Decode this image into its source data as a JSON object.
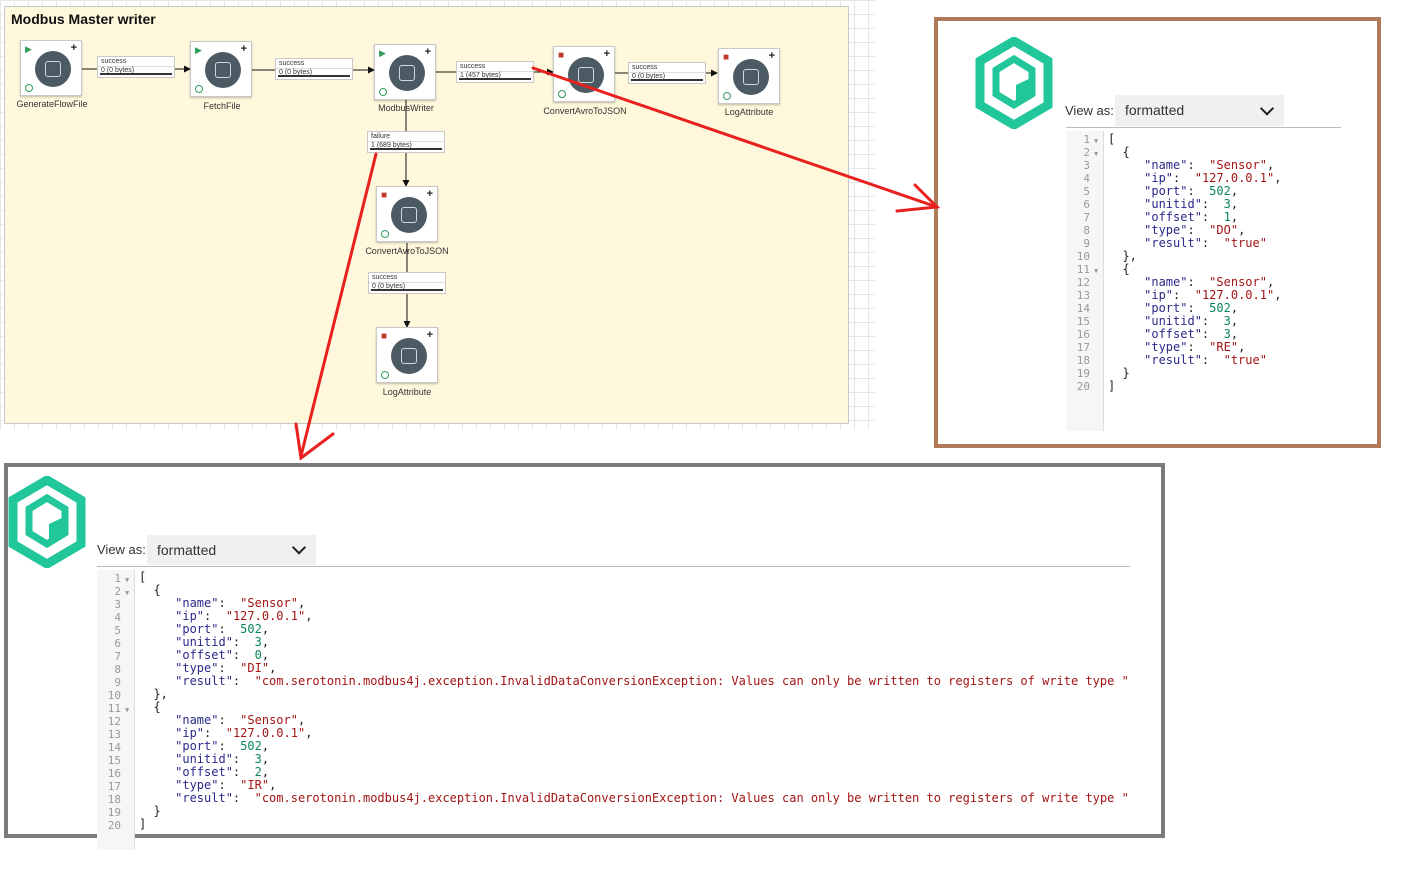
{
  "canvas": {
    "group_title": "Modbus Master writer",
    "processors": [
      {
        "name": "GenerateFlowFile",
        "state": "running"
      },
      {
        "name": "FetchFile",
        "state": "running"
      },
      {
        "name": "ModbusWriter",
        "state": "running"
      },
      {
        "name": "ConvertAvroToJSON",
        "state": "stopped"
      },
      {
        "name": "LogAttribute",
        "state": "stopped"
      },
      {
        "name": "ConvertAvroToJSON",
        "state": "stopped"
      },
      {
        "name": "LogAttribute",
        "state": "stopped"
      }
    ],
    "connections": [
      {
        "relationship": "success",
        "queue": "0 (0 bytes)"
      },
      {
        "relationship": "success",
        "queue": "0 (0 bytes)"
      },
      {
        "relationship": "success",
        "queue": "1 (457 bytes)"
      },
      {
        "relationship": "success",
        "queue": "0 (0 bytes)"
      },
      {
        "relationship": "failure",
        "queue": "1 (689 bytes)"
      },
      {
        "relationship": "success",
        "queue": "0 (0 bytes)"
      }
    ]
  },
  "panel_success": {
    "view_as_label": "View as:",
    "view_as_value": "formatted",
    "records": [
      {
        "name": "Sensor",
        "ip": "127.0.0.1",
        "port": "502",
        "unitid": "3",
        "offset": "1",
        "type": "DO",
        "result": "true"
      },
      {
        "name": "Sensor",
        "ip": "127.0.0.1",
        "port": "502",
        "unitid": "3",
        "offset": "3",
        "type": "RE",
        "result": "true"
      }
    ]
  },
  "panel_failure": {
    "view_as_label": "View as:",
    "view_as_value": "formatted",
    "records": [
      {
        "name": "Sensor",
        "ip": "127.0.0.1",
        "port": "502",
        "unitid": "3",
        "offset": "0",
        "type": "DI",
        "result": "com.serotonin.modbus4j.exception.InvalidDataConversionException: Values can only be written to registers of write type "
      },
      {
        "name": "Sensor",
        "ip": "127.0.0.1",
        "port": "502",
        "unitid": "3",
        "offset": "2",
        "type": "IR",
        "result": "com.serotonin.modbus4j.exception.InvalidDataConversionException: Values can only be written to registers of write type "
      }
    ]
  },
  "colors": {
    "logo": "#21c79a",
    "annotation_arrow": "#e8201e",
    "success_frame": "#b07a58",
    "failure_frame": "#7b7b7b",
    "group_bg": "#fff8dc"
  }
}
